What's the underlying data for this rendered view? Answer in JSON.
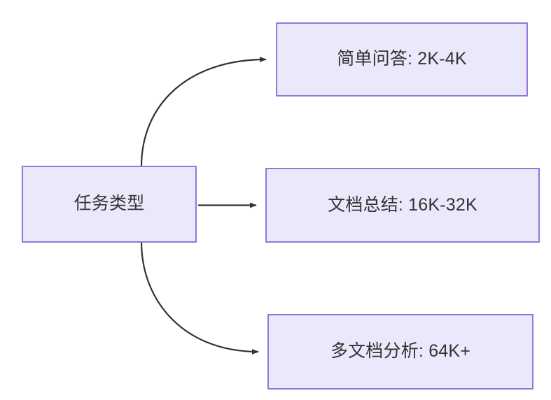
{
  "diagram": {
    "type": "flowchart",
    "direction": "left-to-right",
    "background_color": "#ffffff",
    "node_fill_color": "#eae8fb",
    "node_border_color": "#9673dd",
    "node_text_color": "#333333",
    "edge_color": "#333333",
    "root": {
      "id": "root",
      "label": "任务类型"
    },
    "branches": [
      {
        "id": "simple",
        "label": "简单问答: 2K-4K",
        "edge_style": "curved",
        "arrow": "arrowhead-icon"
      },
      {
        "id": "docsum",
        "label": "文档总结: 16K-32K",
        "edge_style": "straight",
        "arrow": "arrowhead-icon"
      },
      {
        "id": "multidoc",
        "label": "多文档分析: 64K+",
        "edge_style": "curved",
        "arrow": "arrowhead-icon"
      }
    ]
  }
}
